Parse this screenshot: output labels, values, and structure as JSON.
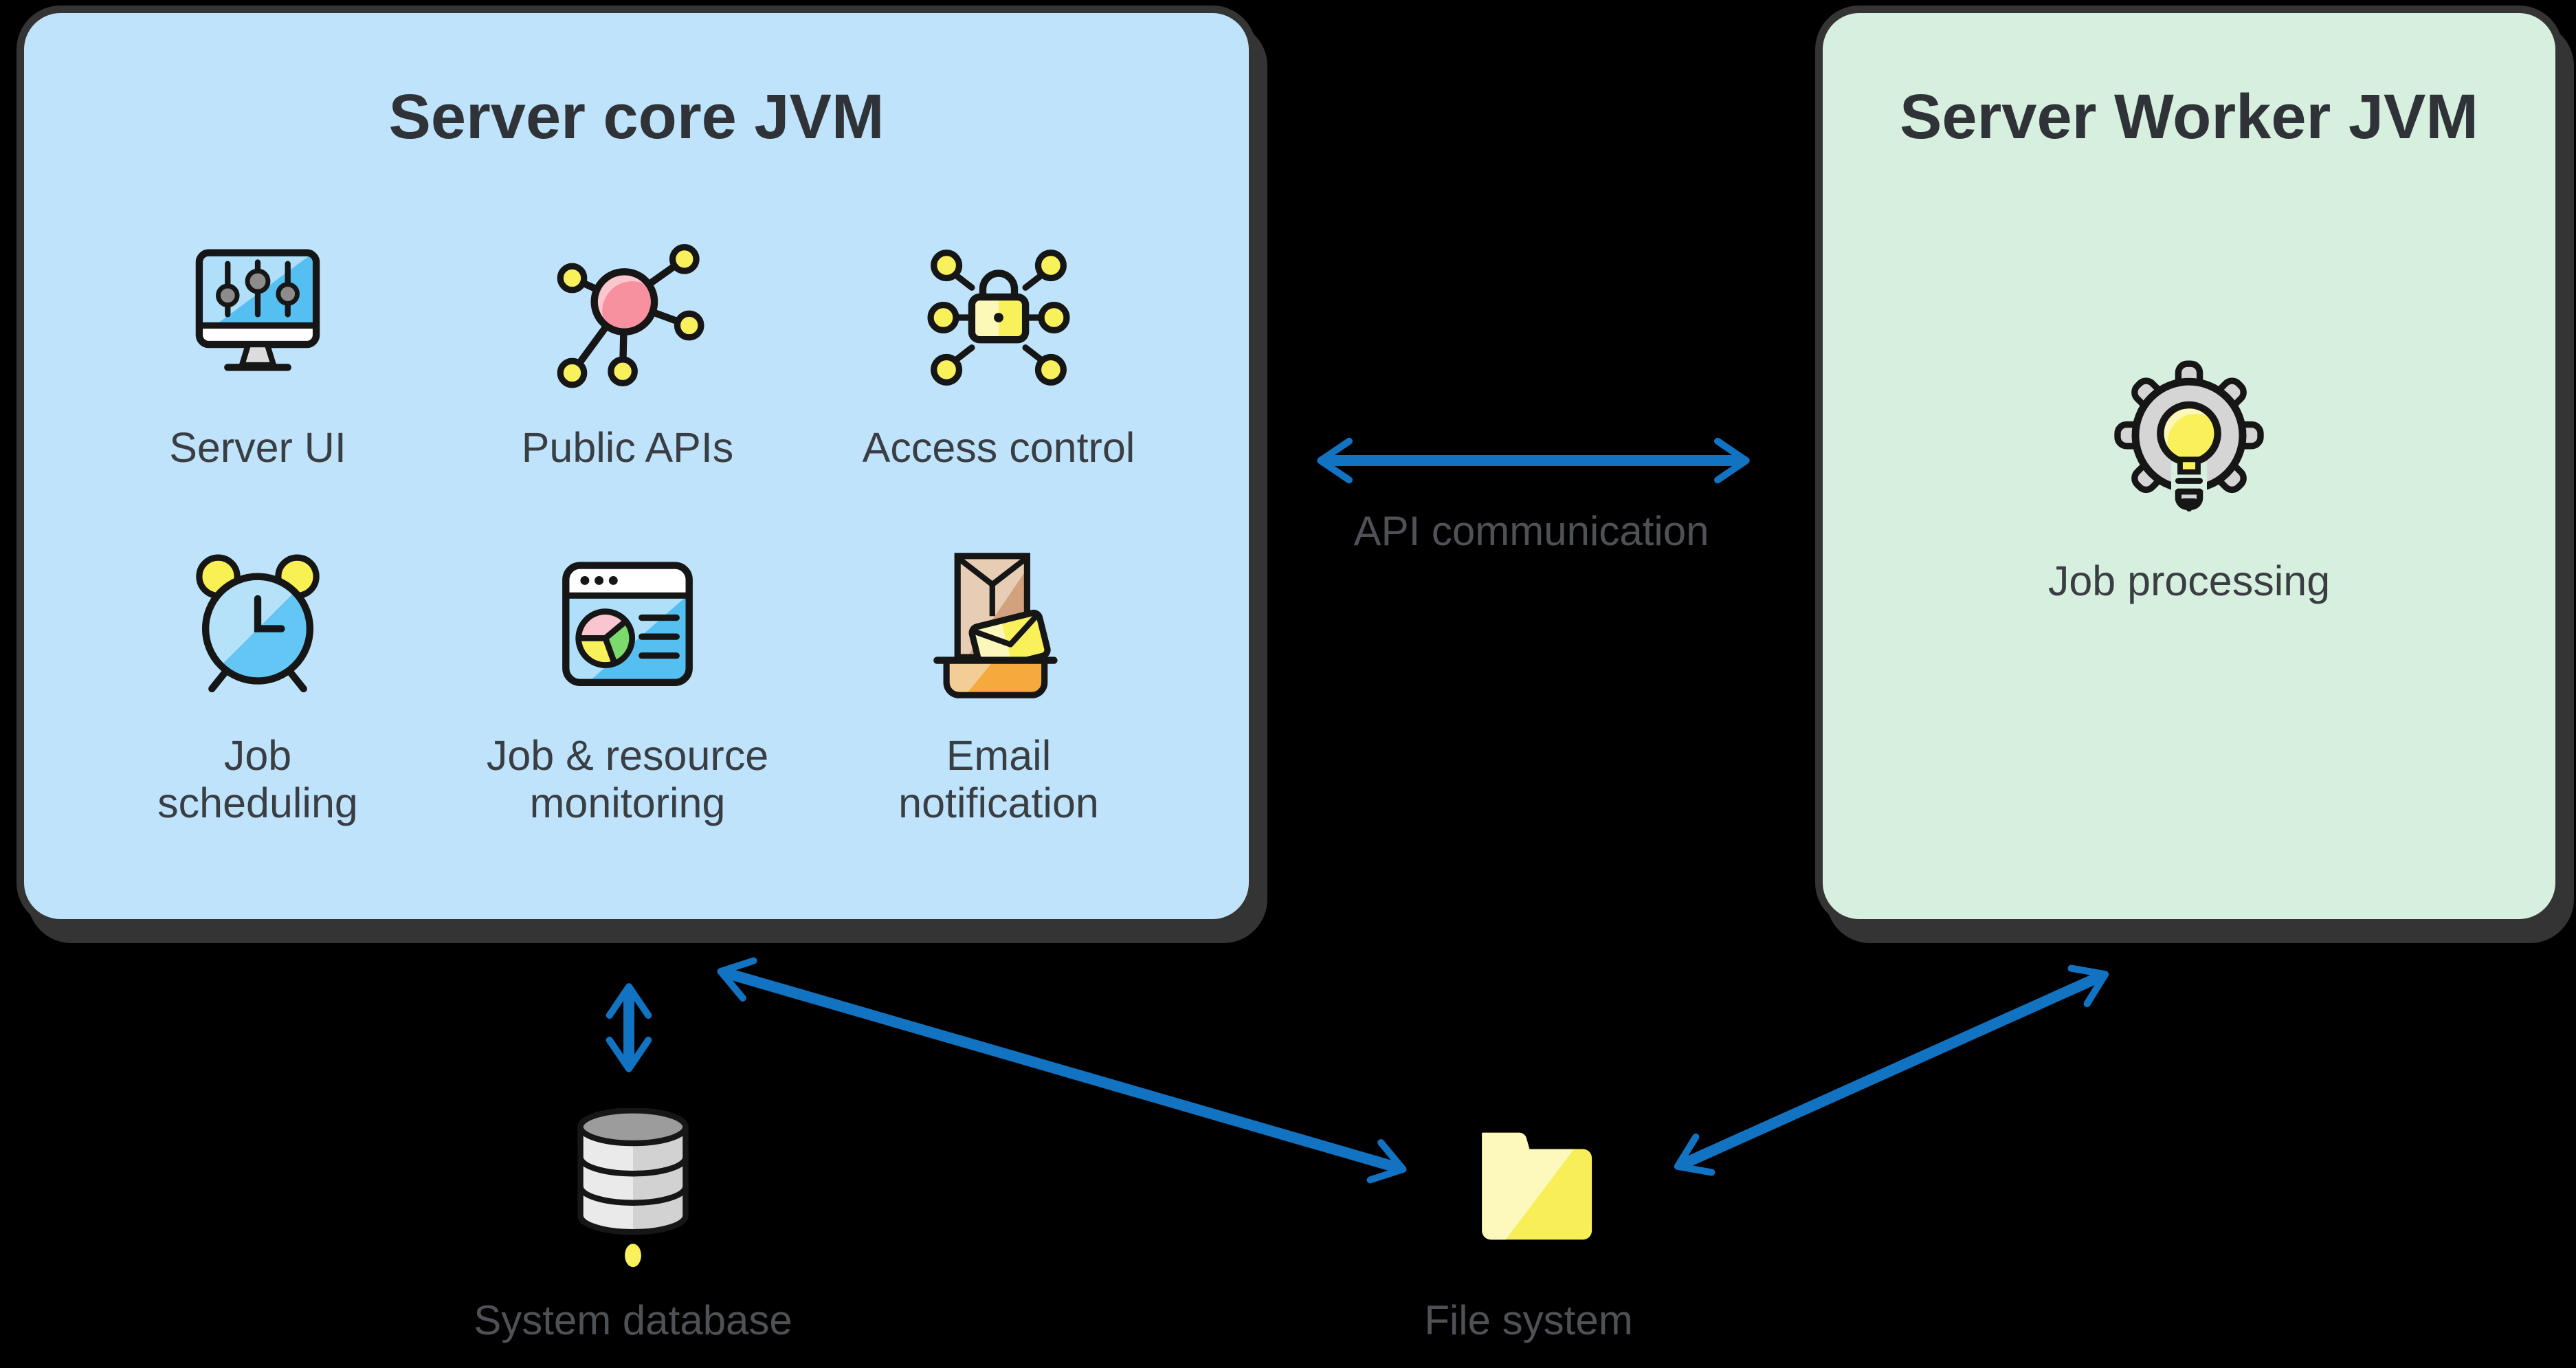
{
  "canvas": {
    "background": "#000000"
  },
  "core_box": {
    "title": "Server core JVM",
    "features": [
      {
        "icon": "monitor-icon",
        "line1": "Server UI",
        "line2": ""
      },
      {
        "icon": "network-hub-icon",
        "line1": "Public APIs",
        "line2": ""
      },
      {
        "icon": "lock-network-icon",
        "line1": "Access control",
        "line2": ""
      },
      {
        "icon": "alarm-clock-icon",
        "line1": "Job",
        "line2": "scheduling"
      },
      {
        "icon": "dashboard-pie-icon",
        "line1": "Job & resource",
        "line2": "monitoring"
      },
      {
        "icon": "mail-parcel-icon",
        "line1": "Email",
        "line2": "notification"
      }
    ]
  },
  "worker_box": {
    "title": "Server Worker JVM",
    "feature": {
      "icon": "gear-lightbulb-icon",
      "label": "Job processing"
    }
  },
  "connections": {
    "api_label": "API communication"
  },
  "externals": {
    "database": {
      "icon": "database-icon",
      "label": "System database"
    },
    "filesystem": {
      "icon": "folder-icon",
      "label": "File system"
    }
  },
  "colors": {
    "core_box_fill": "#BEE3FB",
    "worker_box_fill": "#D7EFDE",
    "box_border": "#343434",
    "arrow": "#1173C2",
    "title_text": "#2F3338",
    "label_text": "#3A3E43",
    "caption_text": "#4E5155"
  }
}
